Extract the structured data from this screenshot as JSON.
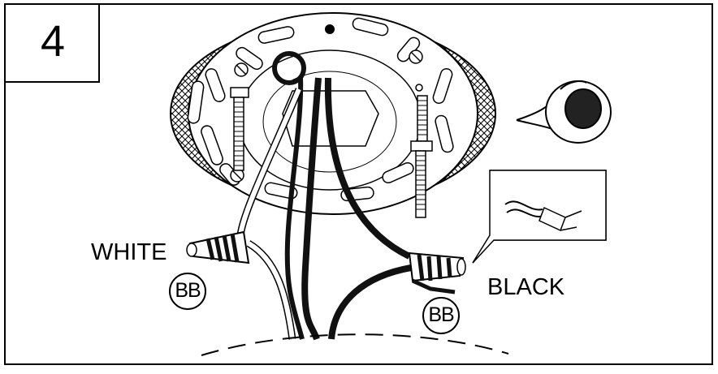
{
  "step": {
    "number": "4"
  },
  "labels": {
    "white_wire": "WHITE",
    "black_wire": "BLACK",
    "connector_left": "BB",
    "connector_right": "BB"
  },
  "colors": {
    "ink": "#000000",
    "background": "#ffffff",
    "wire_black": "#111111"
  },
  "icons": [
    "electrical-tape-icon",
    "wire-nut-icon",
    "wire-splice-callout"
  ]
}
